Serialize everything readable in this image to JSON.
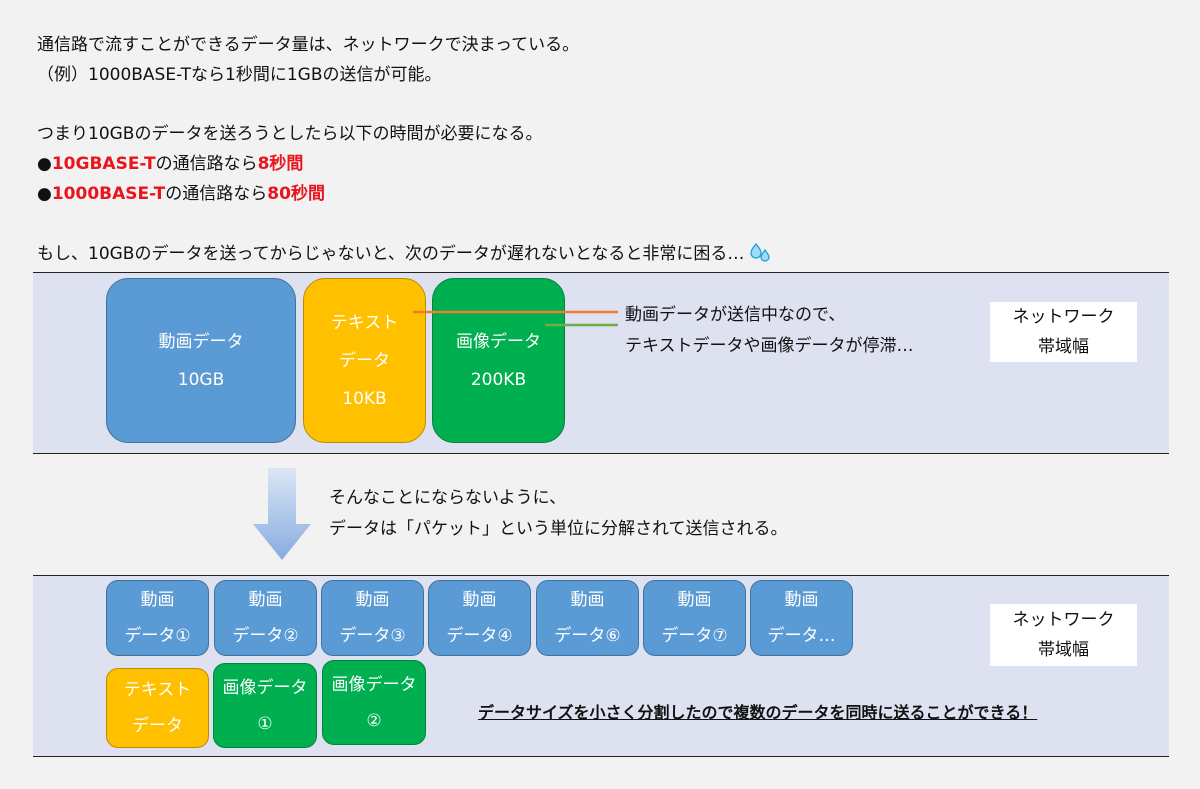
{
  "intro": {
    "line1": "通信路で流すことができるデータ量は、ネットワークで決まっている。",
    "line2": "（例）1000BASE-Tなら1秒間に1GBの送信が可能。",
    "line3": "つまり10GBのデータを送ろうとしたら以下の時間が必要になる。",
    "bullet1": {
      "dot": "●",
      "name": "10GBASE-T",
      "mid": "の通信路なら",
      "time": "8秒間"
    },
    "bullet2": {
      "dot": "●",
      "name": "1000BASE-T",
      "mid": "の通信路なら",
      "time": "80秒間"
    },
    "line4": "もし、10GBのデータを送ってからじゃないと、次のデータが遅れないとなると非常に困る…"
  },
  "top_panel": {
    "video": {
      "label": "動画データ",
      "size": "10GB"
    },
    "text": {
      "line1": "テキスト",
      "line2": "データ",
      "size": "10KB"
    },
    "image": {
      "label": "画像データ",
      "size": "200KB"
    },
    "note1": "動画データが送信中なので、",
    "note2": "テキストデータや画像データが停滞…",
    "network": {
      "line1": "ネットワーク",
      "line2": "帯域幅"
    }
  },
  "middle": {
    "line1": "そんなことにならないように、",
    "line2": "データは「パケット」という単位に分解されて送信される。"
  },
  "bottom_panel": {
    "video_packets": [
      {
        "top": "動画",
        "bottom": "データ①"
      },
      {
        "top": "動画",
        "bottom": "データ②"
      },
      {
        "top": "動画",
        "bottom": "データ③"
      },
      {
        "top": "動画",
        "bottom": "データ④"
      },
      {
        "top": "動画",
        "bottom": "データ⑥"
      },
      {
        "top": "動画",
        "bottom": "データ⑦"
      },
      {
        "top": "動画",
        "bottom": "データ…"
      }
    ],
    "text_packet": {
      "top": "テキスト",
      "bottom": "データ"
    },
    "image_packets": [
      {
        "top": "画像データ",
        "bottom": "①"
      },
      {
        "top": "画像データ",
        "bottom": "②"
      }
    ],
    "network": {
      "line1": "ネットワーク",
      "line2": "帯域幅"
    },
    "conclusion": "データサイズを小さく分割したので複数のデータを同時に送ることができる！"
  },
  "colors": {
    "video": "#5b9bd5",
    "text": "#ffc000",
    "image": "#00b050",
    "highlight": "#e8161c",
    "panel": "#dde1f0"
  },
  "icons": {
    "sweat": "sweat-drops-icon",
    "arrow": "down-arrow-icon"
  }
}
